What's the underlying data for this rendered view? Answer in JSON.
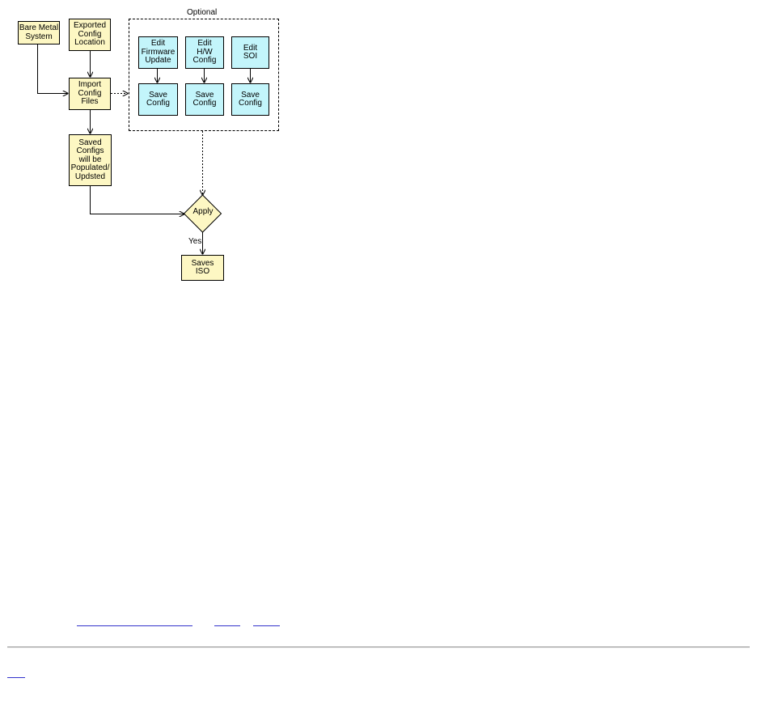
{
  "diagram": {
    "optional_label": "Optional",
    "nodes": {
      "bare_metal": [
        "Bare Metal",
        "System"
      ],
      "exported_config": [
        "Exported",
        "Config",
        "Location"
      ],
      "import_config": [
        "Import",
        "Config",
        "Files"
      ],
      "saved_configs": [
        "Saved",
        "Configs",
        "will be",
        "Populated/",
        "Updsted"
      ],
      "edit_firmware": [
        "Edit",
        "Firmware",
        "Update"
      ],
      "edit_hw": [
        "Edit",
        "H/W",
        "Config"
      ],
      "edit_soi": [
        "Edit",
        "SOI"
      ],
      "save_config_1": [
        "Save",
        "Config"
      ],
      "save_config_2": [
        "Save",
        "Config"
      ],
      "save_config_3": [
        "Save",
        "Config"
      ],
      "apply": "Apply",
      "yes_label": "Yes",
      "saves_iso": [
        "Saves",
        "ISO"
      ]
    },
    "colors": {
      "process_fill": "#fdf7c3",
      "optional_fill": "#c3f5fb",
      "line": "#000000"
    }
  },
  "footer": {
    "links": [
      "",
      "",
      "",
      ""
    ],
    "link_color": "#3333cc"
  }
}
